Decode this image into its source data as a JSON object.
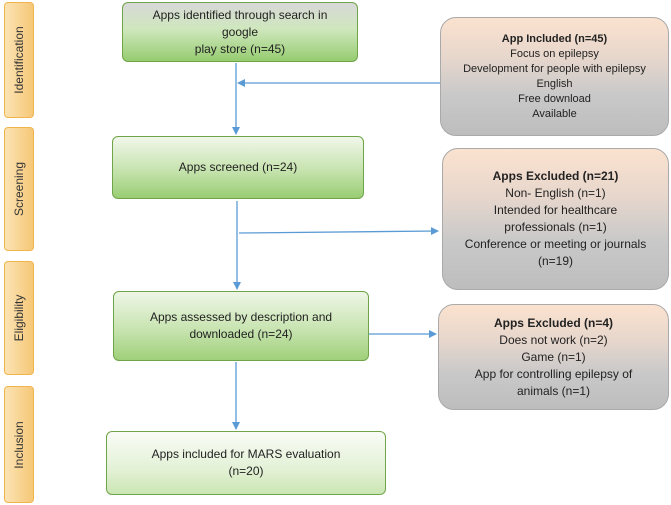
{
  "stages": [
    {
      "label": "Identification"
    },
    {
      "label": "Screening"
    },
    {
      "label": "Eligibility"
    },
    {
      "label": "Inclusion"
    }
  ],
  "flow_boxes": [
    {
      "lines": [
        "Apps identified through search in google",
        "play store (n=45)"
      ]
    },
    {
      "lines": [
        "Apps screened (n=24)"
      ]
    },
    {
      "lines": [
        "Apps assessed by description and",
        "downloaded (n=24)"
      ]
    },
    {
      "lines": [
        "Apps included for MARS evaluation",
        "(n=20)"
      ]
    }
  ],
  "side_boxes": [
    {
      "title": "App Included (n=45)",
      "lines": [
        "Focus on epilepsy",
        "Development for people with epilepsy",
        "English",
        "Free download",
        "Available"
      ]
    },
    {
      "title": "Apps Excluded (n=21)",
      "lines": [
        "Non- English (n=1)",
        "Intended for healthcare",
        "professionals (n=1)",
        "Conference or meeting or journals",
        "(n=19)"
      ]
    },
    {
      "title": "Apps Excluded (n=4)",
      "lines": [
        "Does not work (n=2)",
        "Game (n=1)",
        "App for controlling epilepsy of",
        "animals (n=1)"
      ]
    }
  ],
  "colors": {
    "arrow": "#5b9bd5",
    "stage_fill": "#f6c878",
    "flow_border": "#6fa548",
    "side_border": "#a9a9a9"
  }
}
